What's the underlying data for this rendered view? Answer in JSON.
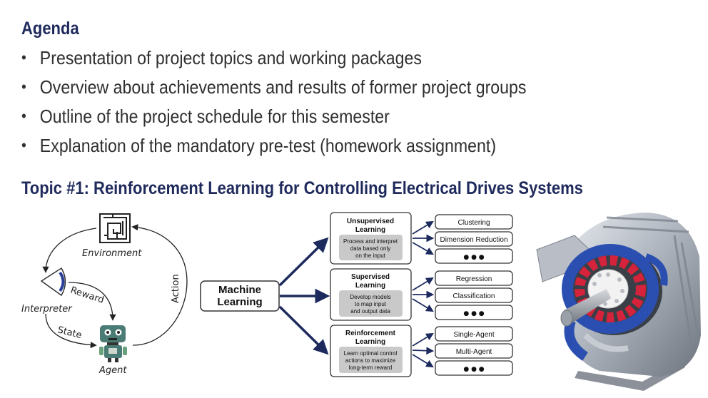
{
  "agenda": {
    "heading": "Agenda",
    "items": [
      "Presentation of project topics and working packages",
      "Overview about achievements and results of former project groups",
      "Outline of the project schedule for this semester",
      "Explanation of the mandatory pre-test (homework assignment)"
    ]
  },
  "topic": {
    "heading": "Topic #1: Reinforcement Learning for Controlling Electrical Drives Systems"
  },
  "rl_cycle": {
    "environment": "Environment",
    "interpreter": "Interpreter",
    "agent": "Agent",
    "reward": "Reward",
    "state": "State",
    "action": "Action"
  },
  "ml_tree": {
    "root": [
      "Machine",
      "Learning"
    ],
    "branches": [
      {
        "title": [
          "Unsupervised",
          "Learning"
        ],
        "desc": [
          "Process and interpret",
          "data based only",
          "on the input"
        ],
        "leaves": [
          "Clustering",
          "Dimension Reduction",
          "● ● ●"
        ]
      },
      {
        "title": [
          "Supervised",
          "Learning"
        ],
        "desc": [
          "Develop models",
          "to map input",
          "and output data"
        ],
        "leaves": [
          "Regression",
          "Classification",
          "● ● ●"
        ]
      },
      {
        "title": [
          "Reinforcement",
          "Learning"
        ],
        "desc": [
          "Learn optimal control",
          "actions to maximize",
          "long-term reward"
        ],
        "leaves": [
          "Single-Agent",
          "Multi-Agent",
          "● ● ●"
        ]
      }
    ]
  },
  "colors": {
    "heading": "#1f2a5c",
    "arrow": "#1c2a5e",
    "motor_red": "#d4233a",
    "motor_blue": "#2b4fb0"
  }
}
